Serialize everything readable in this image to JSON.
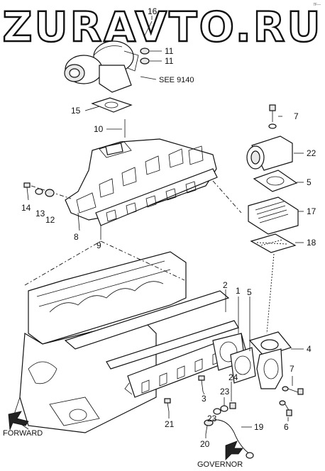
{
  "watermark": "ZURAVTO.RU",
  "corner_mark": "7F—",
  "labels": {
    "see_ref": "SEE 9140",
    "forward": "FORWARD",
    "governor": "GOVERNOR"
  },
  "callouts": [
    "16",
    "11",
    "11",
    "15",
    "10",
    "14",
    "13",
    "12",
    "8",
    "9",
    "7",
    "22",
    "5",
    "17",
    "18",
    "2",
    "1",
    "5",
    "4",
    "7",
    "3",
    "23",
    "24",
    "23",
    "6",
    "21",
    "20",
    "19"
  ],
  "colors": {
    "ink": "#111111",
    "paper": "#ffffff",
    "watermark_fill": "#ffffff"
  }
}
